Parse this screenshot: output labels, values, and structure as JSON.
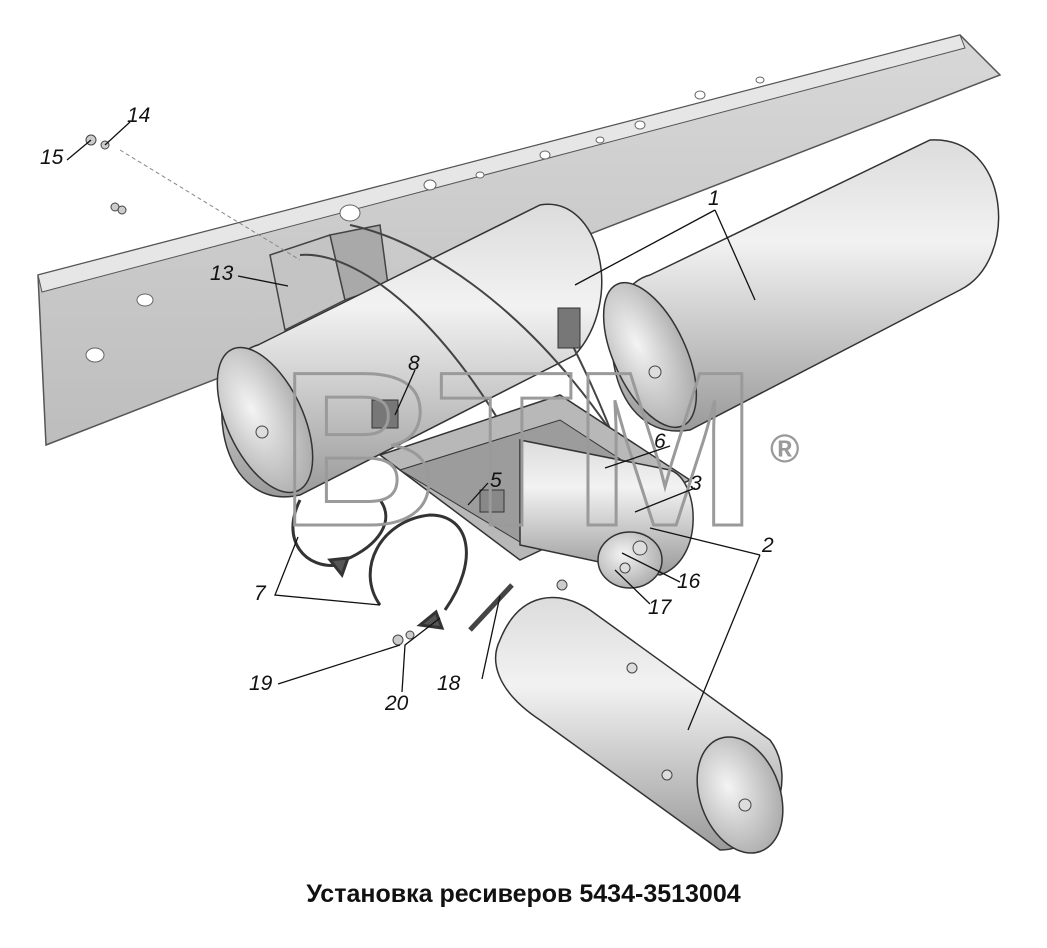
{
  "caption": "Установка ресиверов 5434-3513004",
  "watermark": {
    "text": "BTM",
    "registered": "®",
    "color": "#9a9a9a"
  },
  "colors": {
    "line": "#111111",
    "tank_light": "#ededed",
    "tank_mid": "#bdbdbd",
    "tank_dark": "#7a7a7a",
    "frame": "#cfcfcf"
  },
  "callouts": [
    "1",
    "2",
    "3",
    "5",
    "6",
    "7",
    "8",
    "13",
    "14",
    "15",
    "16",
    "17",
    "18",
    "19",
    "20"
  ]
}
